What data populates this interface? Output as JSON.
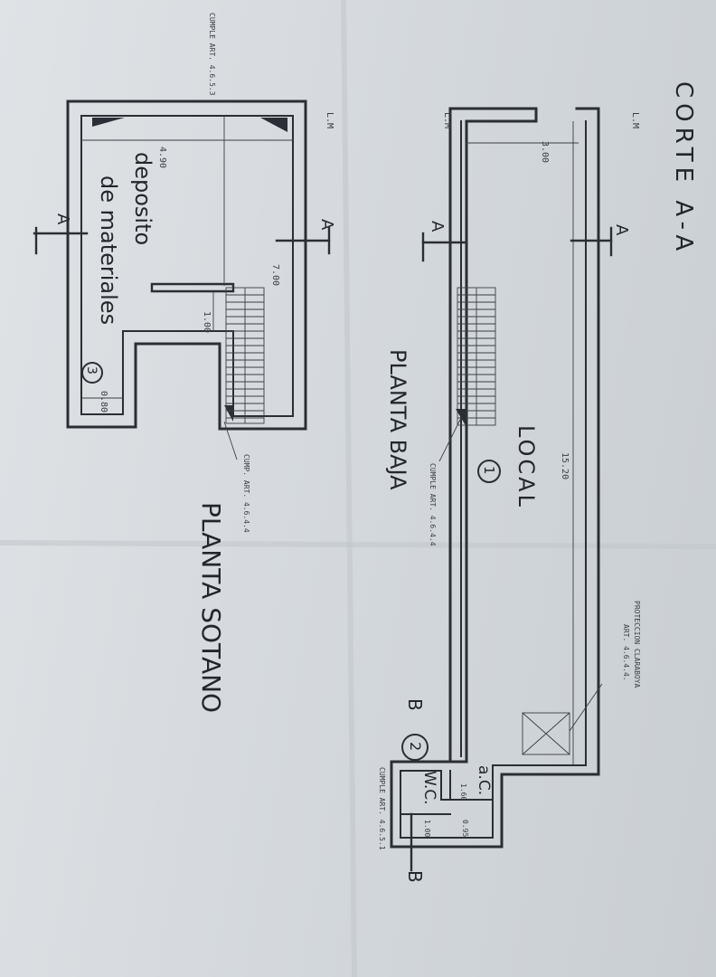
{
  "sheet": {
    "corner_note": "CUMPLE ART. 4.6.5.3",
    "section_title": "CORTE A-A"
  },
  "planta_sotano": {
    "title": "PLANTA SOTANO",
    "room_name_1": "deposito",
    "room_name_2": "de materiales",
    "room_number": "3",
    "dim_width": "4.90",
    "dim_depth": "7.00",
    "dim_stair": "1.00",
    "dim_bottom": "0.80",
    "lm": "L.M",
    "section_mark": "A",
    "stair_note": "CUMP. ART. 4.6.4.4"
  },
  "planta_baja": {
    "title": "PLANTA BAJA",
    "room_name": "LOCAL",
    "room_number": "1",
    "dim_length": "15.20",
    "dim_front": "3.00",
    "dim_wc_1": "1.60",
    "dim_wc_2": "0.95",
    "dim_wc_3": "1.00",
    "lm": "L.M",
    "section_mark": "A",
    "section_b": "B",
    "wc_number": "2",
    "wc_label": "W.C.",
    "ac_label": "a.C.",
    "stair_note": "CUMPLE ART. 4.6.4.4",
    "skylight_note_1": "PROTECCION CLARABOYA",
    "skylight_note_2": "ART. 4.6.4.4.",
    "wc_note": "CUMPLE ART. 4.6.5.1"
  }
}
